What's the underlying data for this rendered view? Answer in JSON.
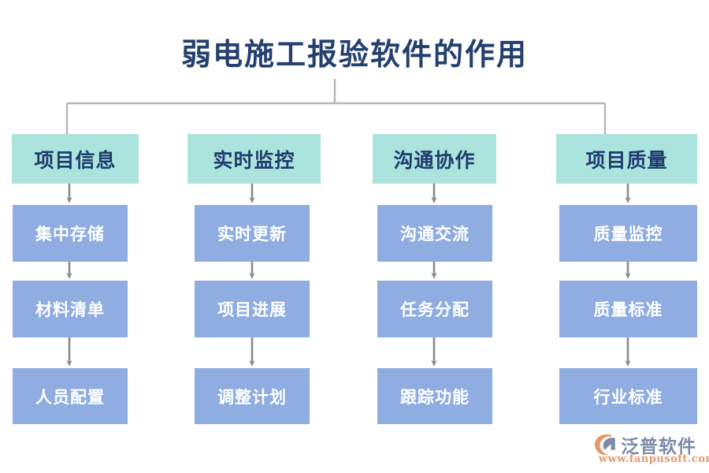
{
  "title": "弱电施工报验软件的作用",
  "colors": {
    "title_text": "#24406E",
    "header_box": "#ABE4DD",
    "header_text": "#1F3C6E",
    "step_box": "#8FADE0",
    "step_text": "#FFFFFF",
    "connector": "#B6B6B6",
    "arrow": "#8A8A8A",
    "logo_brand": "#7C8BA8",
    "logo_url": "#E8956B",
    "logo_mark": "#E8956B",
    "background": "#FFFFFF"
  },
  "columns": [
    {
      "header": "项目信息",
      "steps": [
        "集中存储",
        "材料清单",
        "人员配置"
      ]
    },
    {
      "header": "实时监控",
      "steps": [
        "实时更新",
        "项目进展",
        "调整计划"
      ]
    },
    {
      "header": "沟通协作",
      "steps": [
        "沟通交流",
        "任务分配",
        "跟踪功能"
      ]
    },
    {
      "header": "项目质量",
      "steps": [
        "质量监控",
        "质量标准",
        "行业标准"
      ]
    }
  ],
  "logo": {
    "brand": "泛普软件",
    "url": "www.fanpusoft.com",
    "mark": "fanpu-c-leaf-icon"
  }
}
